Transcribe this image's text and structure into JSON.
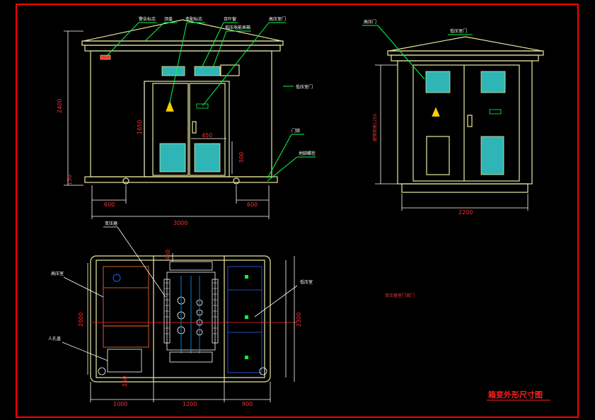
{
  "title": "箱变外形尺寸图",
  "front_view": {
    "labels": [
      "警告标志",
      "顶盖",
      "变配标志",
      "百叶窗",
      "低压电能表箱",
      "高压室门",
      "门锁",
      "地脚螺栓"
    ],
    "low_voltage_room_label": "低压室门",
    "dims": {
      "height_total": "2400",
      "door_height": "1650",
      "base": "150",
      "door_width": "450",
      "vent_height": "500",
      "left_offset": "600",
      "right_offset": "600",
      "total_width": "3000"
    }
  },
  "side_view": {
    "labels": [
      "高压门",
      "低压室门"
    ],
    "height_label": "建筑物高1250",
    "width": "2200"
  },
  "plan_view": {
    "labels": [
      "变压器",
      "高压室",
      "低压室",
      "人孔盖"
    ],
    "note": "变压器室门双门",
    "dims": {
      "depth": "2000",
      "depth_outer": "2300",
      "top": "450",
      "left_seg": "1000",
      "mid_seg": "1200",
      "right_seg": "900",
      "corner": "250"
    }
  }
}
